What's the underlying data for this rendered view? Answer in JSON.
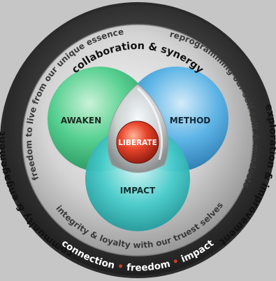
{
  "outer_ring": {
    "top": "collaboration & synergy",
    "left": "community & engagement",
    "right": "exploration & improvement",
    "bottom": {
      "words": [
        "connection",
        "freedom",
        "impact"
      ]
    }
  },
  "inner_ring": {
    "upper_left": "freedom to live from our unique essence",
    "upper_right": "reprogramming our self-talk & mindsets",
    "bottom": "integrity & loyalty with our truest selves"
  },
  "venn": {
    "left": "AWAKEN",
    "right": "METHOD",
    "bottom": "IMPACT",
    "center": "LIBERATE"
  },
  "colors": {
    "background": "#c6c6c6",
    "outer_ring": "#3a3a3a",
    "inner_ring": "#d9d9d9",
    "awaken": "#3fbf7f",
    "method": "#4aa6dc",
    "impact": "#3ec4c4",
    "center": "#d9341f",
    "bullet": "#d0402e"
  }
}
